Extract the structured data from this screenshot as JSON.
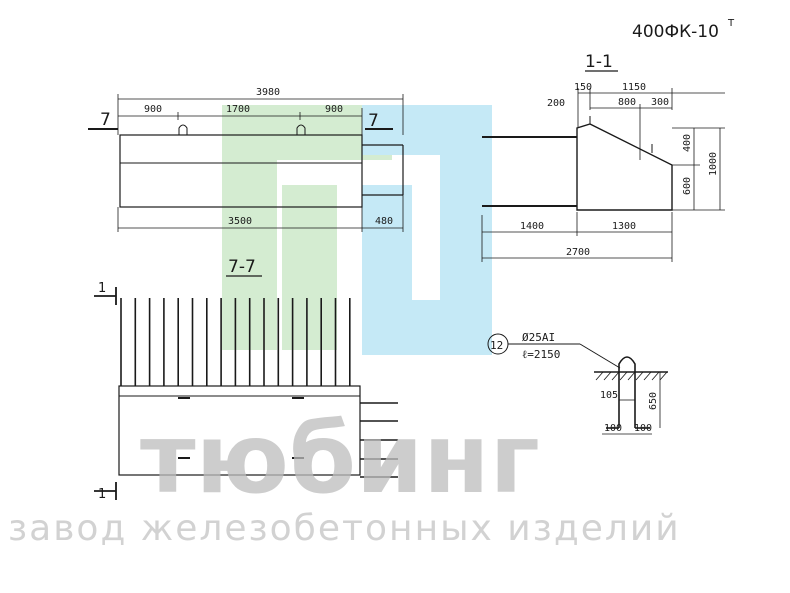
{
  "title": "400ФК-10",
  "title_sup": "Т",
  "section_label_1": "1-1",
  "section_label_7": "7-7",
  "section_mark_7": "7",
  "section_mark_1": "1",
  "plan": {
    "overall": "3980",
    "seg_left": "900",
    "seg_mid": "1700",
    "seg_right": "900",
    "bottom_main": "3500",
    "bottom_right": "480"
  },
  "section": {
    "top_150": "150",
    "top_1150": "1150",
    "left_200": "200",
    "sub_800": "800",
    "sub_300": "300",
    "right_400": "400",
    "right_600": "600",
    "right_1000": "1000",
    "bottom_1400": "1400",
    "bottom_1300": "1300",
    "bottom_2700": "2700"
  },
  "detail": {
    "pos": "12",
    "dia": "Ø25АI",
    "length": "ℓ=2150",
    "d105": "105",
    "d650": "650",
    "d100a": "100",
    "d100b": "100"
  },
  "watermark": {
    "main": "тюбинг",
    "sub": "завод железобетонных изделий",
    "colors": {
      "green": "#d4ecd1",
      "blue": "#c5e9f6",
      "gray": "#bdbdbd"
    }
  }
}
